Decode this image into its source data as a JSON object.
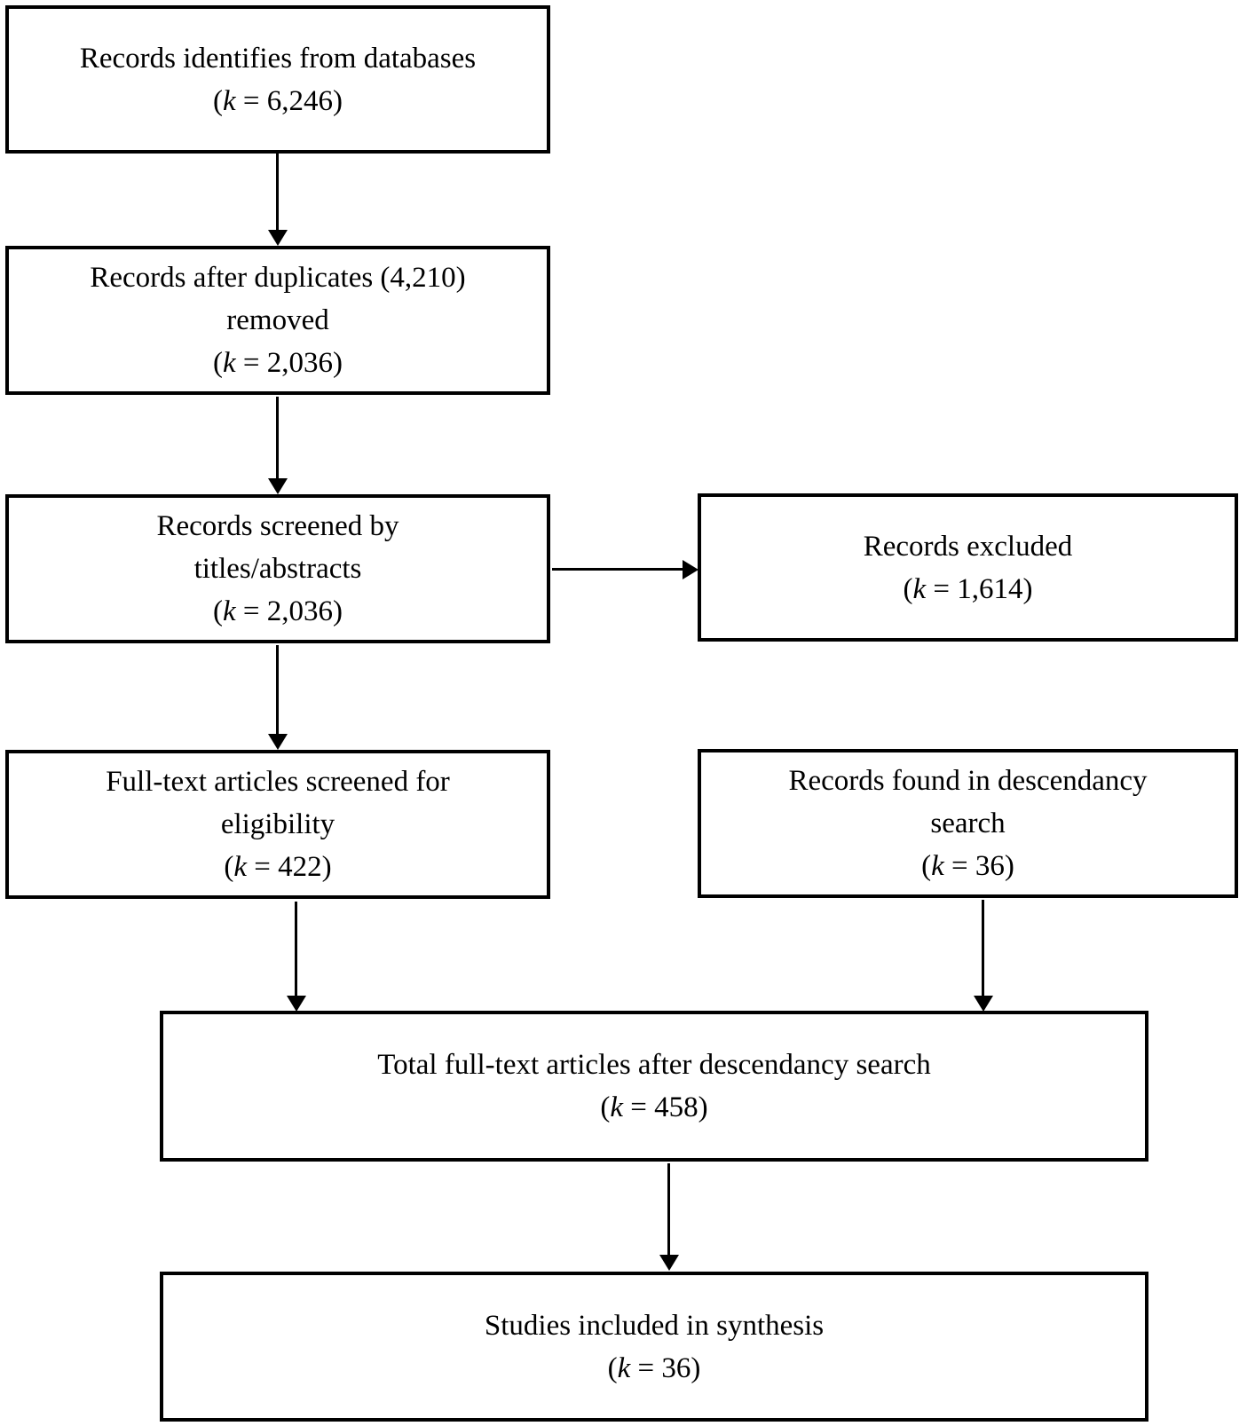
{
  "colors": {
    "box_border": "#000000",
    "box_background": "#ffffff",
    "text": "#000000",
    "arrow": "#000000"
  },
  "boxes": {
    "identified": {
      "lines": [
        "Records identifies from databases"
      ],
      "k_open": "(",
      "k_sym": "k",
      "k_rest": " = 6,246)"
    },
    "deduplicated": {
      "lines": [
        "Records after duplicates (4,210)",
        "removed"
      ],
      "k_open": "(",
      "k_sym": "k",
      "k_rest": " = 2,036)"
    },
    "screened": {
      "lines": [
        "Records screened by",
        "titles/abstracts"
      ],
      "k_open": "(",
      "k_sym": "k",
      "k_rest": " = 2,036)"
    },
    "excluded": {
      "lines": [
        "Records excluded"
      ],
      "k_open": "(",
      "k_sym": "k",
      "k_rest": " = 1,614)"
    },
    "fulltext": {
      "lines": [
        "Full-text articles screened for",
        "eligibility"
      ],
      "k_open": "(",
      "k_sym": "k",
      "k_rest": " = 422)"
    },
    "descendancy": {
      "lines": [
        "Records found in descendancy",
        "search"
      ],
      "k_open": "(",
      "k_sym": "k",
      "k_rest": " = 36)"
    },
    "total": {
      "lines": [
        "Total full-text articles after descendancy search"
      ],
      "k_open": "(",
      "k_sym": "k",
      "k_rest": " = 458)"
    },
    "synthesis": {
      "lines": [
        "Studies included in synthesis"
      ],
      "k_open": "(",
      "k_sym": "k",
      "k_rest": " = 36)"
    }
  }
}
